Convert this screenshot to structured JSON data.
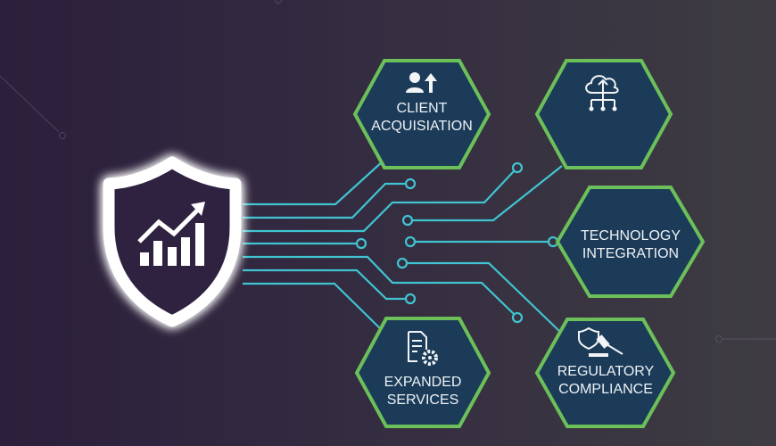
{
  "nodes": {
    "client_acquisition": {
      "line1": "CLIENT",
      "line2": "ACQUISIATION",
      "icon": "user-arrow-up-icon"
    },
    "cloud": {
      "icon": "cloud-upload-network-icon"
    },
    "technology_integration": {
      "line1": "TECHNOLOGY",
      "line2": "INTEGRATION"
    },
    "expanded_services": {
      "line1": "EXPANDED",
      "line2": "SERVICES",
      "icon": "document-gear-icon"
    },
    "regulatory_compliance": {
      "line1": "REGULATORY",
      "line2": "COMPLIANCE",
      "icon": "shield-gavel-icon"
    }
  },
  "center": {
    "icon": "shield-growth-chart-icon"
  },
  "colors": {
    "hex_fill": "#1b3b58",
    "hex_border": "#6cc05a",
    "trace": "#40c4d2",
    "shield": "#ffffff"
  }
}
